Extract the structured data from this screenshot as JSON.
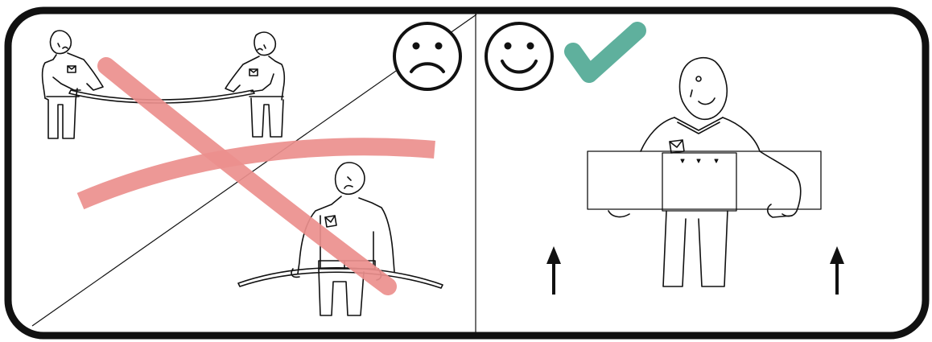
{
  "panels": [
    {
      "id": "wrong",
      "verdict": "incorrect",
      "face_icon": "sad-face-icon",
      "mark_icon": "red-cross-icon",
      "description_icons": [
        "two-person-carry-icon",
        "one-person-carry-bent-icon"
      ]
    },
    {
      "id": "correct",
      "verdict": "correct",
      "face_icon": "happy-face-icon",
      "mark_icon": "green-checkmark-icon",
      "description_icons": [
        "one-person-carry-boxed-icon",
        "up-arrow-icon",
        "up-arrow-icon"
      ]
    }
  ],
  "colors": {
    "frame": "#111111",
    "cross": "#ec8f8d",
    "check": "#5fb09d",
    "ink": "#111111"
  }
}
